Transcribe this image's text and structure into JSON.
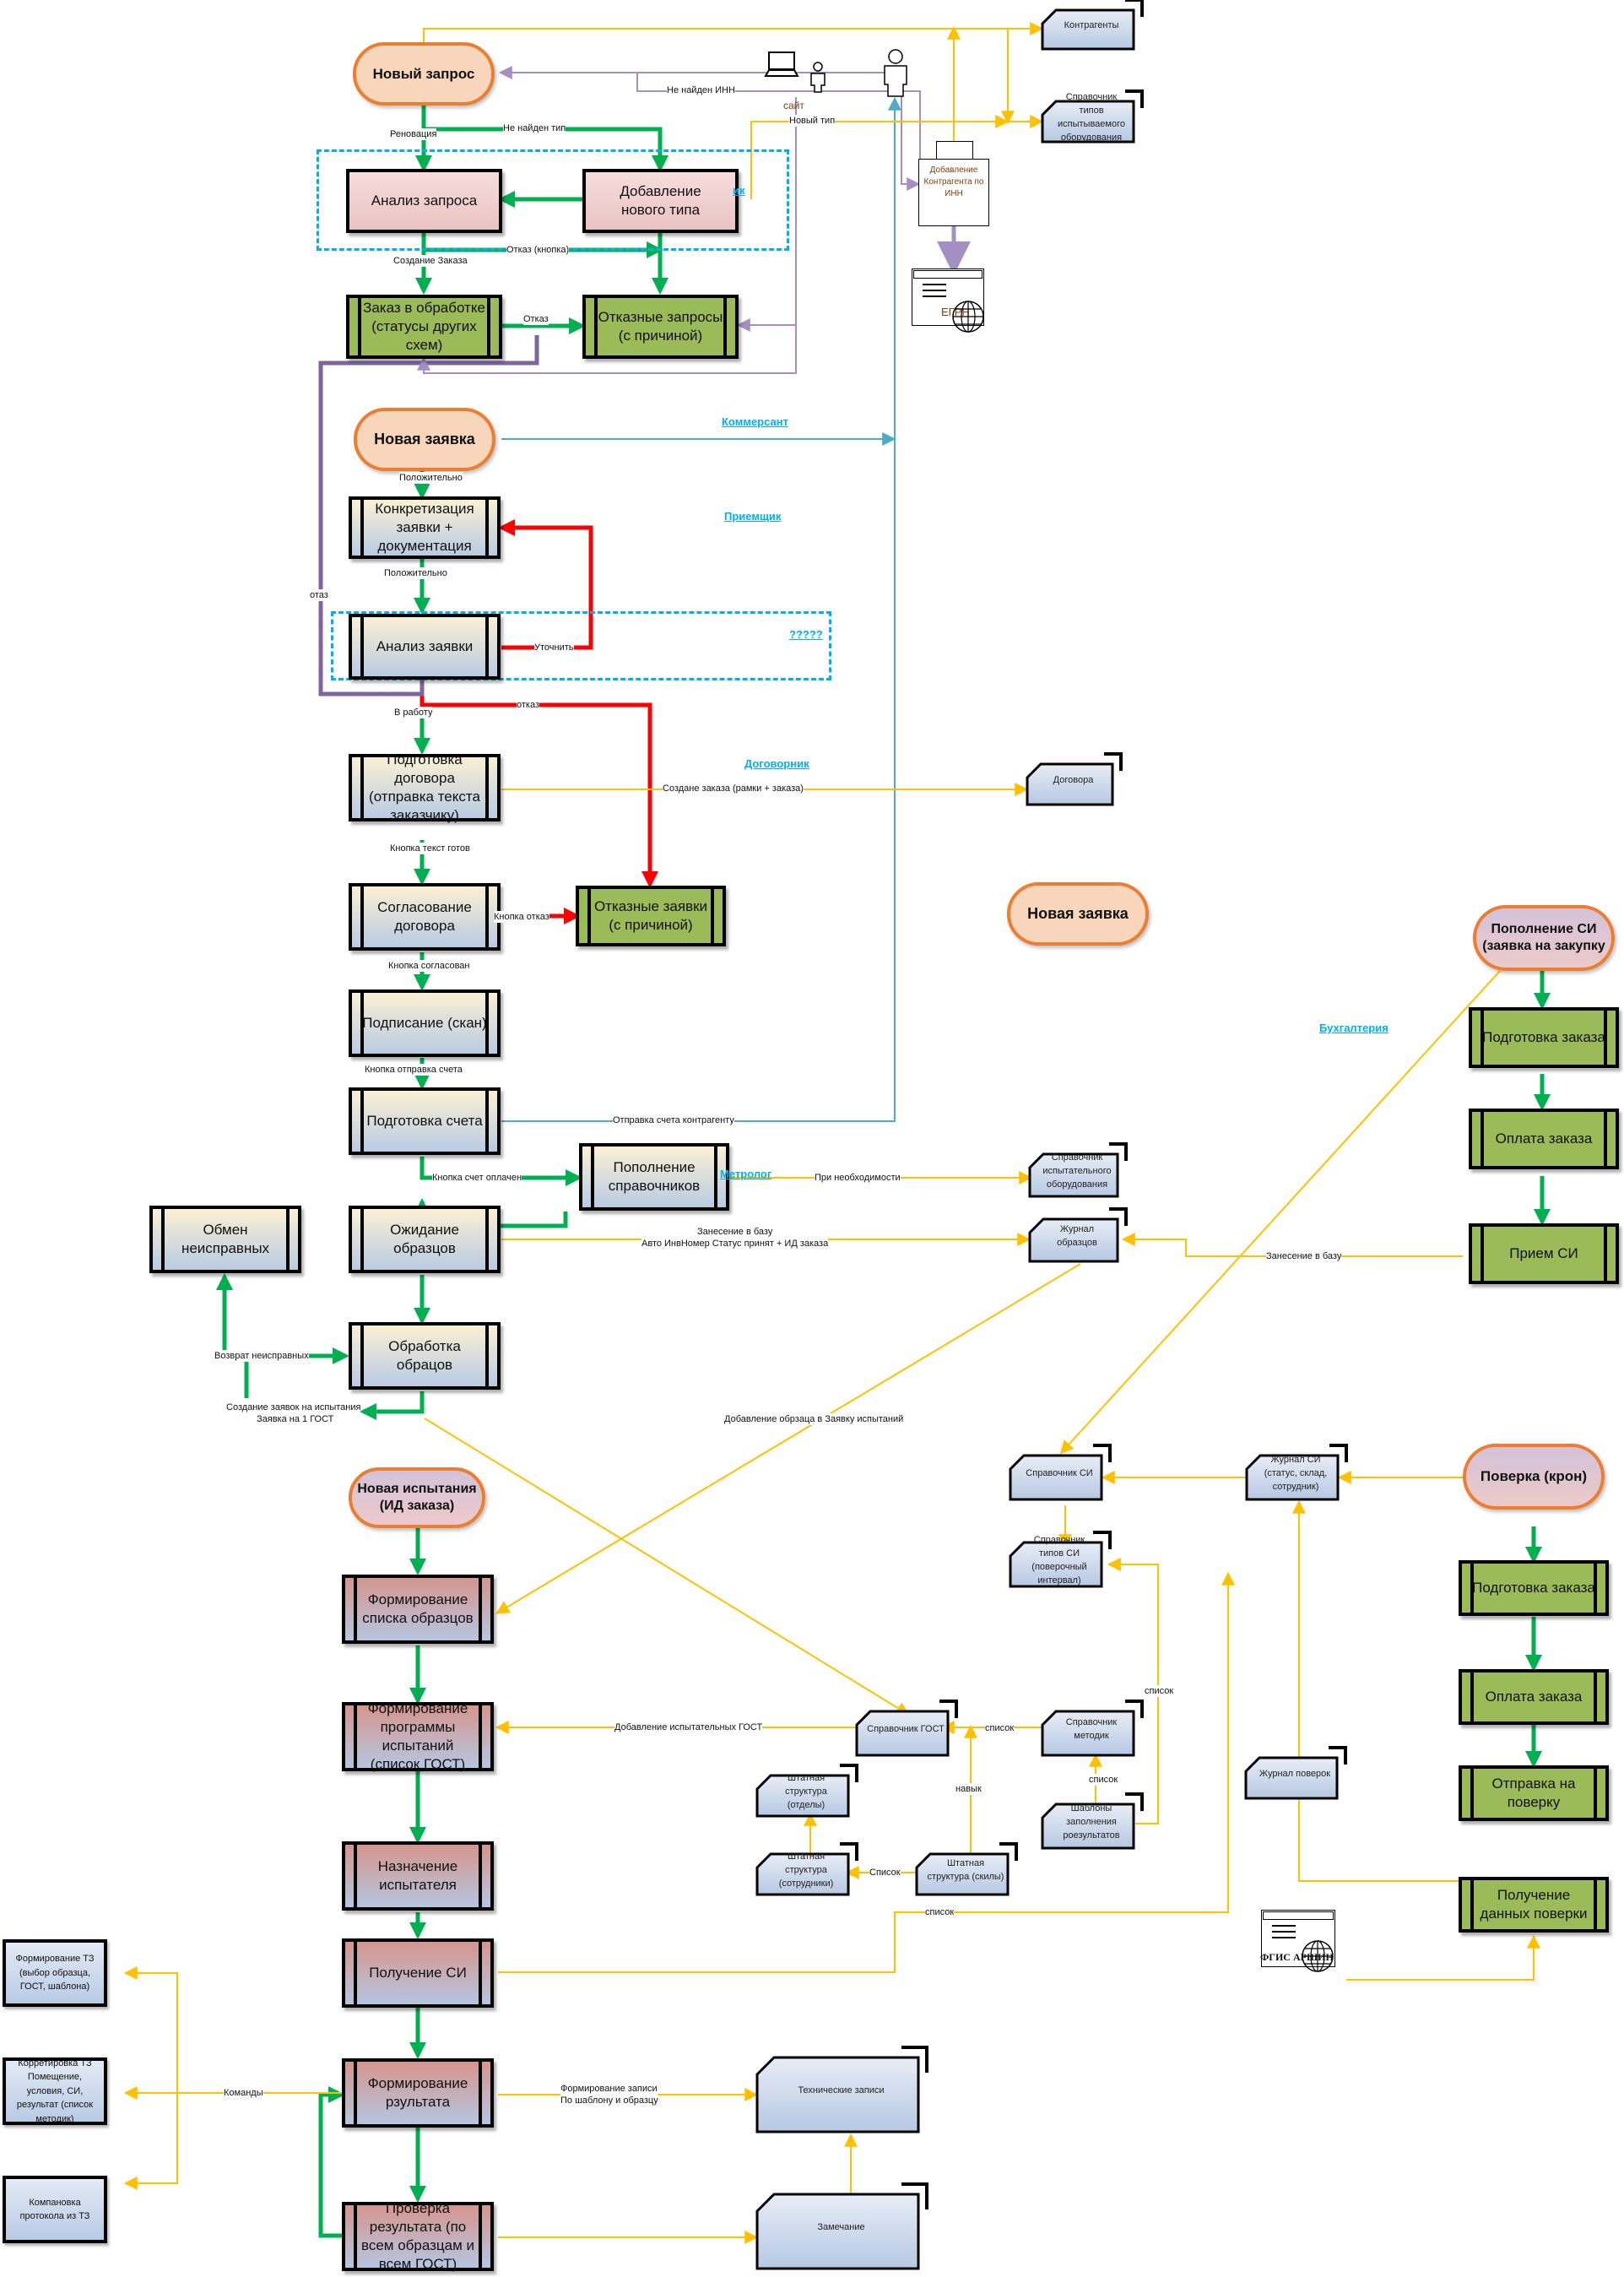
{
  "colors": {
    "flow_green": "#00b050",
    "reject_red": "#ff0000",
    "data_yellow": "#ffc000",
    "actor_purple": "#a48fc2",
    "client_blue": "#4bacc6",
    "role_blue": "#00b0f0",
    "terminator_border": "#ed7d31"
  },
  "block1": {
    "start": "Новый запрос",
    "analysis": "Анализ запроса",
    "add_type": "Добавление нового типа",
    "order_processing": "Заказ в обработке (статусы других схем)",
    "rejected_requests": "Отказные запросы (с причиной)",
    "edges": {
      "renovation": "Реновация",
      "type_not_found": "Не найден тип",
      "create_order": "Создание Заказа",
      "reject_button": "Отказ (кнопка)",
      "reject": "Отказ",
      "inn_not_found": "Не найден ИНН",
      "new_type": "Новый тип",
      "site": "сайт"
    },
    "role_partial": "ик"
  },
  "external": {
    "contractors": "Контрагенты",
    "equipment_types": "Справочник типов испытываемого оборудования",
    "add_contractor": "Добавление Контрагента по ИНН",
    "egrn": "ЕГРН"
  },
  "block2": {
    "start": "Новая заявка",
    "specify": "Конкретизация заявки + документация",
    "analysis": "Анализ заявки",
    "contract_prep": "Подготовка договора (отправка текста заказчику)",
    "contract_approve": "Согласование договора",
    "rejected_apps": "Отказные заявки (с причиной)",
    "signing": "Подписание (скан)",
    "invoice_prep": "Подготовка счета",
    "fill_refs": "Пополнение справочников",
    "waiting_samples": "Ожидание образцов",
    "exchange_faulty": "Обмен неисправных",
    "processing_samples": "Обработка обрацов",
    "edges": {
      "positive1": "Положительно",
      "positive2": "Положительно",
      "clarify": "Уточнить",
      "reject_red": "отказ",
      "reject_purple": "отаз",
      "to_work": "В работу",
      "create_order": "Создане заказа (рамки + заказа)",
      "text_ready": "Кнопка текст готов",
      "reject_button": "Кнопка отказ",
      "approved": "Кнопка согласован",
      "send_invoice_btn": "Кнопка отправка счета",
      "send_invoice": "Отправка счета контрагенту",
      "paid": "Кнопка счет оплачен",
      "if_needed": "При необходимости",
      "db_entry": "Занесение в базу",
      "auto_inv": "Авто ИнвНомер Статус принят + ИД заказа",
      "return_faulty": "Возврат неисправных",
      "create_tests": "Создание заявок на испытания",
      "one_gost": "Заявка на 1 ГОСТ",
      "add_sample": "Добавление обрзаца в Заявку испытаний"
    }
  },
  "roles": {
    "kommersant": "Коммерсант",
    "priemshik": "Приемщик",
    "unknown": "?????",
    "dogovornik": "Договорник",
    "metrolog": "Метролог",
    "buh": "Бухгалтерия"
  },
  "stores": {
    "contracts": "Договора",
    "test_equipment": "Справочник испытательного оборудования",
    "sample_journal": "Журнал образцов",
    "si_ref": "Справочник СИ",
    "si_journal": "Журнал СИ (статус, склад, сотрудник)",
    "si_types": "Справочник типов СИ (поверочный интервал)",
    "gost_ref": "Справочник ГОСТ",
    "methods_ref": "Справочник методик",
    "templates": "Шаблоны заполнения роезультатов",
    "staff_depts": "Штатная структура (отделы)",
    "staff_employees": "Штатная структура (сотрудники)",
    "staff_skills": "Штатная структура (скилы)",
    "verif_journal": "Журнал поверок",
    "tech_records": "Технические записи",
    "remark": "Замечание"
  },
  "store_edges": {
    "list1": "список",
    "list2": "список",
    "list3": "список",
    "skill": "навык",
    "list_cap": "Список",
    "list_si": "список",
    "add_gost": "Добавление испытательных ГОСТ",
    "db_entry": "Занесение в базу",
    "form_record": "Формирование записи",
    "by_template": "По шаблону и образцу",
    "commands": "Команды"
  },
  "block3": {
    "alt_start": "Новая заявка",
    "purchase_start": "Пополнение СИ (заявка на закупку",
    "prep_order": "Подготовка заказа",
    "pay_order": "Оплата заказа",
    "receive_si": "Прием СИ",
    "verify_start": "Поверка (крон)",
    "v_prep_order": "Подготовка заказа",
    "v_pay_order": "Оплата заказа",
    "send_verify": "Отправка на поверку",
    "get_verify": "Получение данных поверки",
    "fgis": "ФГИС АРШИН"
  },
  "block4": {
    "start": "Новая испытания (ИД заказа)",
    "sample_list": "Формирование списка образцов",
    "program": "Формирование программы испытаний (список ГОСТ)",
    "assign": "Назначение испытателя",
    "get_si": "Получение СИ",
    "form_result": "Формирование рзультата",
    "check_result": "Проверка результата (по всем образцам и всем ГОСТ)",
    "tz_form": "Формирование ТЗ (выбор образца, ГОСТ, шаблона)",
    "tz_fix": "Корретировка ТЗ Помещение, условия, СИ, результат (список методик)",
    "tz_protocol": "Компановка протокола из ТЗ"
  }
}
